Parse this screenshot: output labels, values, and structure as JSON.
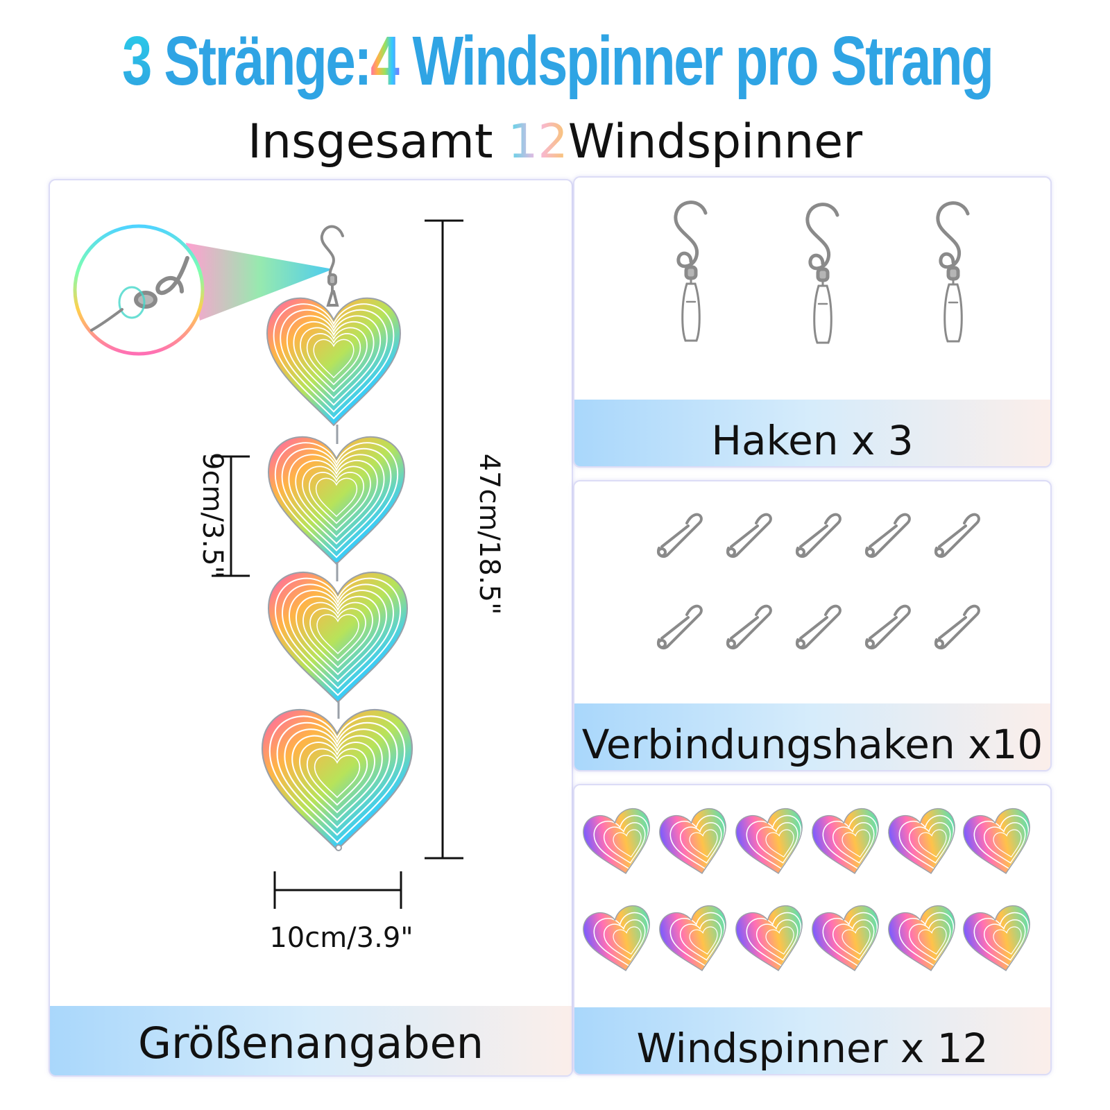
{
  "header": {
    "title_n1": "3",
    "title_p1": "Stränge:",
    "title_n2": "4",
    "title_p2": "Windspinner pro Strang",
    "subtitle_pre": "Insgesamt",
    "subtitle_num": "12",
    "subtitle_post": "Windspinner"
  },
  "panels": {
    "size": {
      "label": "Größenangaben",
      "dim_height": "9cm/3.5\"",
      "dim_total": "47cm/18.5\"",
      "dim_width": "10cm/3.9\""
    },
    "hooks": {
      "label": "Haken x 3"
    },
    "clips": {
      "label": "Verbindungshaken x10"
    },
    "spinners": {
      "label": "Windspinner x 12"
    }
  },
  "colors": {
    "title_blue": "#2fa4e4",
    "metal": "#8a8a8a",
    "panel_border": "#dcdcf6",
    "label_band_start": "#a9d7fb",
    "label_band_end": "#fbeeea"
  }
}
